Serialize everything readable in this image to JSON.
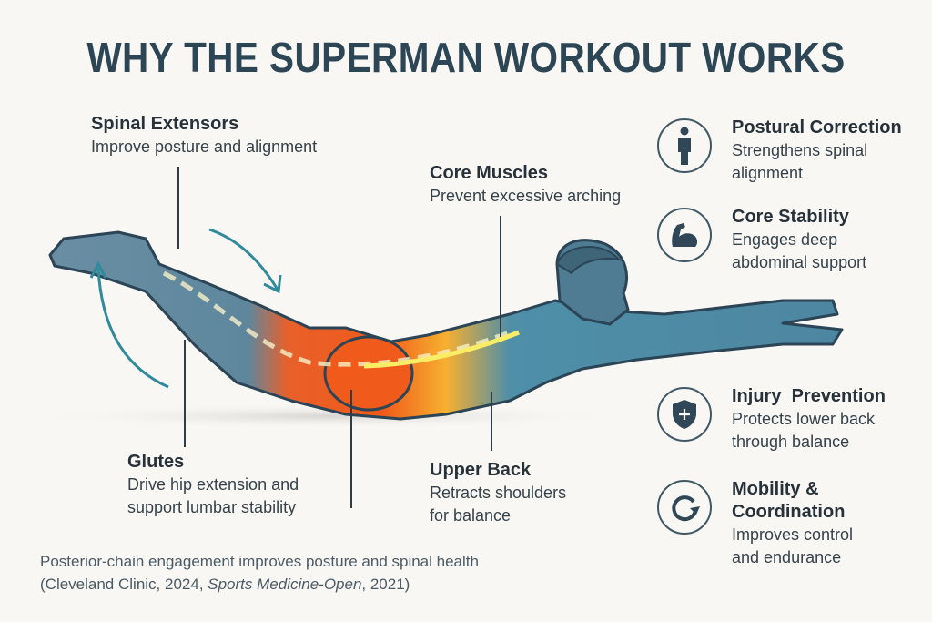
{
  "title": "WHY THE SUPERMAN WORKOUT WORKS",
  "muscles": [
    {
      "name": "Spinal Extensors",
      "desc": "Improve posture and alignment"
    },
    {
      "name": "Core Muscles",
      "desc": "Prevent excessive arching"
    },
    {
      "name": "Glutes",
      "desc_line1": "Drive hip extension and",
      "desc_line2": "support lumbar stability"
    },
    {
      "name": "Upper Back",
      "desc_line1": "Retracts shoulders",
      "desc_line2": "for balance"
    }
  ],
  "benefits": [
    {
      "icon": "person-icon",
      "name": "Postural Correction",
      "desc_line1": "Strengthens spinal",
      "desc_line2": "alignment"
    },
    {
      "icon": "flexed-arm-icon",
      "name": "Core Stability",
      "desc_line1": "Engages deep",
      "desc_line2": "abdominal support"
    },
    {
      "icon": "shield-plus-icon",
      "name": "Injury  Prevention",
      "desc_line1": "Protects lower back",
      "desc_line2": "through balance"
    },
    {
      "icon": "rotate-arrow-icon",
      "name_line1": "Mobility &",
      "name_line2": "Coordination",
      "desc_line1": "Improves control",
      "desc_line2": "and endurance"
    }
  ],
  "footer": {
    "line1": "Posterior-chain engagement improves posture and spinal health",
    "line2_prefix": "(Cleveland Clinic, 2024, ",
    "line2_italic": "Sports Medicine-Open",
    "line2_suffix": ", 2021)"
  },
  "colors": {
    "title": "#2c4656",
    "icon": "#2f4756",
    "body": "#5a8298",
    "glute": "#f0531c",
    "core": "#f4b42a",
    "arrow": "#2f8a9c",
    "background": "#f9f7f3"
  }
}
